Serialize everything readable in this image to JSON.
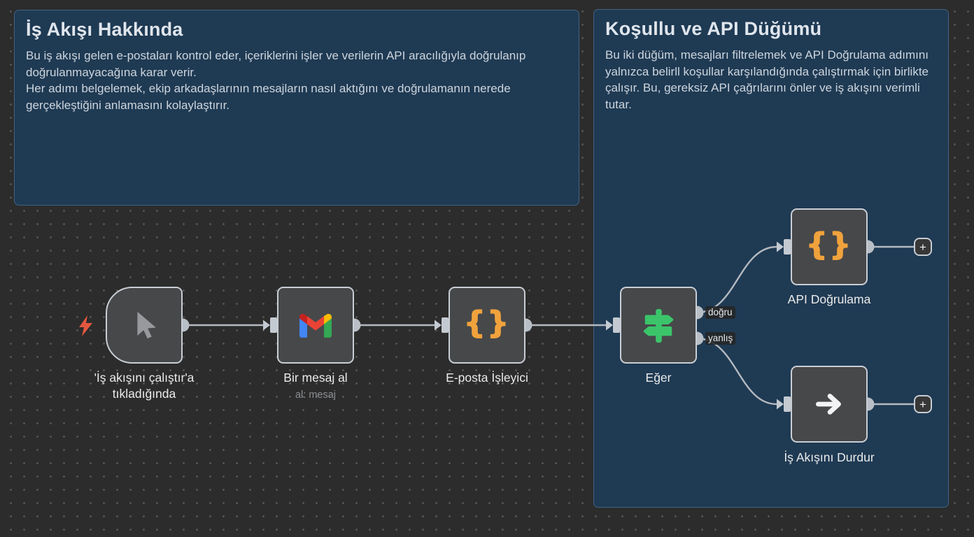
{
  "sticky_left": {
    "title": "İş Akışı Hakkında",
    "body1": "Bu iş akışı gelen e-postaları kontrol eder, içeriklerini işler ve verilerin API aracılığıyla doğrulanıp doğrulanmayacağına karar verir.",
    "body2": "Her adımı belgelemek, ekip arkadaşlarının mesajların nasıl aktığını ve doğrulamanın nerede gerçekleştiğini anlamasını kolaylaştırır."
  },
  "sticky_right": {
    "title": "Koşullu ve API Düğümü",
    "body": "Bu iki düğüm, mesajları filtrelemek ve API Doğrulama adımını yalnızca belirll koşullar karşılandığında çalıştırmak için birlikte çalışır. Bu, gereksiz API çağrılarını önler ve iş akışını verimli tutar."
  },
  "nodes": {
    "trigger": {
      "label_line1": "'İş akışını çalıştır'a",
      "label_line2": "tıkladığında",
      "icon": "cursor-icon"
    },
    "gmail": {
      "label": "Bir mesaj al",
      "sublabel": "al: mesaj",
      "icon": "gmail-icon"
    },
    "code": {
      "label": "E-posta İşleyici",
      "icon_text": "{}",
      "icon": "code-braces-icon"
    },
    "if": {
      "label": "Eğer",
      "output_true": "doğru",
      "output_false": "yanlış",
      "icon": "signpost-icon"
    },
    "api": {
      "label": "API Doğrulama",
      "icon_text": "{}",
      "icon": "code-braces-icon"
    },
    "stop": {
      "label": "İş Akışını Durdur",
      "icon": "arrow-right-icon"
    }
  },
  "buttons": {
    "plus": "+"
  },
  "colors": {
    "canvas_bg": "#2c2c2c",
    "sticky_bg": "#1f3a53",
    "sticky_border": "#3f6386",
    "node_bg": "#47484a",
    "node_border": "#c9ced5",
    "wire": "#b4bac0",
    "code_orange": "#f0a23c",
    "if_green": "#3bc46a",
    "bolt_red": "#e4573f",
    "gmail_red": "#ea4335",
    "gmail_blue": "#4285f4",
    "gmail_green": "#34a853",
    "gmail_yellow": "#fbbc04"
  }
}
